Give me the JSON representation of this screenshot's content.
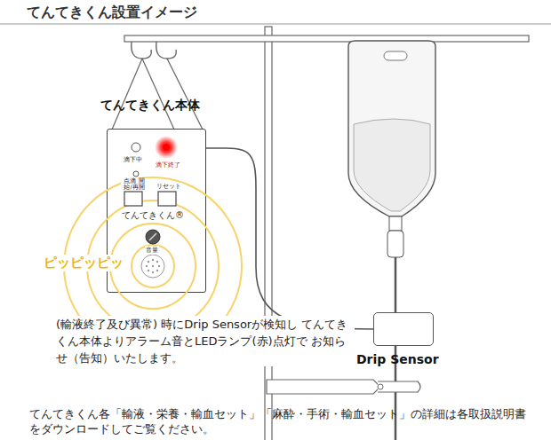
{
  "diagram": {
    "title": "てんてきくん設置イメージ",
    "caption": "てんてきくん各「輸液・栄養・輸血セット」「麻酔・手術・輸血セット」の詳細は各取扱説明書をダウンロードしてご覧ください。",
    "nodes": [
      {
        "text": [
          "てんてきくん本体"
        ]
      },
      {
        "text": [
          "Drip Sensor"
        ]
      }
    ],
    "edges": [
      {
        "from": 0,
        "to": 1,
        "arrow": "none"
      }
    ],
    "labels": [
      "滴下中",
      "滴下終了",
      "点滴 開始/再開",
      "リセット",
      "てんてきくん®",
      "音量",
      "ピッピッピッ",
      "(輸液終了及び異常) 時にDrip Sensorが検知し てんてきくん本体よりアラーム音とLEDランプ(赤)点灯で お知らせ（告知）いたします。"
    ]
  }
}
